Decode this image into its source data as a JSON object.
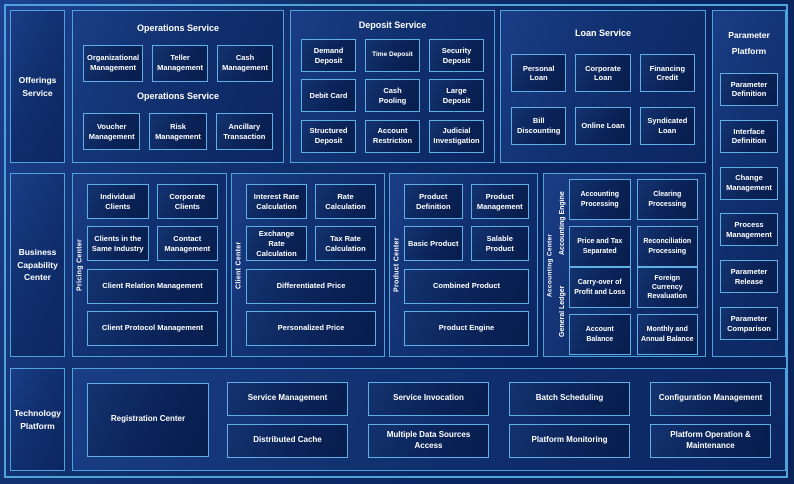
{
  "colors": {
    "background": "#0B2A66",
    "panel_border": "#4FA3DD",
    "box_border": "#5FB0E6",
    "box_fill": "#0A2257",
    "text": "#FFFFFF"
  },
  "left_rail": {
    "offerings": "Offerings Service",
    "business": "Business Capability Center",
    "technology": "Technology Platform"
  },
  "operations": {
    "title": "Operations Service",
    "subtitle": "Operations Service",
    "row1": [
      "Organizational Management",
      "Teller Management",
      "Cash Management"
    ],
    "row2": [
      "Voucher Management",
      "Risk Management",
      "Ancillary Transaction"
    ]
  },
  "deposit": {
    "title": "Deposit Service",
    "rows": [
      [
        "Demand Deposit",
        "Time Deposit",
        "Security Deposit"
      ],
      [
        "Debit Card",
        "Cash Pooling",
        "Large Deposit"
      ],
      [
        "Structured Deposit",
        "Account Restriction",
        "Judicial Investigation"
      ]
    ]
  },
  "loan": {
    "title": "Loan Service",
    "rows": [
      [
        "Personal Loan",
        "Corporate Loan",
        "Financing Credit"
      ],
      [
        "Bill Discounting",
        "Online Loan",
        "Syndicated Loan"
      ]
    ]
  },
  "parameter": {
    "title": "Parameter Platform",
    "items": [
      "Parameter Definition",
      "Interface Definition",
      "Change Management",
      "Process Management",
      "Parameter Release",
      "Parameter Comparison"
    ]
  },
  "pricing_center": {
    "label": "Pricing Center",
    "pairs": [
      [
        "Individual Clients",
        "Corporate Clients"
      ],
      [
        "Clients in the Same Industry",
        "Contact Management"
      ]
    ],
    "wide": [
      "Client Relation Management",
      "Client Protocol Management"
    ]
  },
  "client_center": {
    "label": "Client Center",
    "pairs": [
      [
        "Interest Rate Calculation",
        "Rate Calculation"
      ],
      [
        "Exchange Rate Calculation",
        "Tax Rate Calculation"
      ]
    ],
    "wide": [
      "Differentiated Price",
      "Personalized Price"
    ]
  },
  "product_center": {
    "label": "Product Center",
    "pairs": [
      [
        "Product Definition",
        "Product Management"
      ],
      [
        "Basic Product",
        "Salable Product"
      ]
    ],
    "wide": [
      "Combined Product",
      "Product Engine"
    ]
  },
  "accounting_center": {
    "label": "Accounting Center",
    "groups": [
      {
        "label": "Accounting Engine",
        "boxes": [
          [
            "Accounting Processing",
            "Clearing Processing"
          ],
          [
            "Price and Tax Separated",
            "Reconciliation Processing"
          ]
        ]
      },
      {
        "label": "General Ledger",
        "boxes": [
          [
            "Carry-over of Profit and Loss",
            "Foreign Currency Revaluation"
          ],
          [
            "Account Balance",
            "Monthly and Annual Balance"
          ]
        ]
      }
    ]
  },
  "tech_platform": {
    "registration": "Registration Center",
    "grid": [
      "Service Management",
      "Service Invocation",
      "Batch Scheduling",
      "Configuration Management",
      "Distributed Cache",
      "Multiple Data Sources Access",
      "Platform Monitoring",
      "Platform Operation & Maintenance"
    ]
  }
}
